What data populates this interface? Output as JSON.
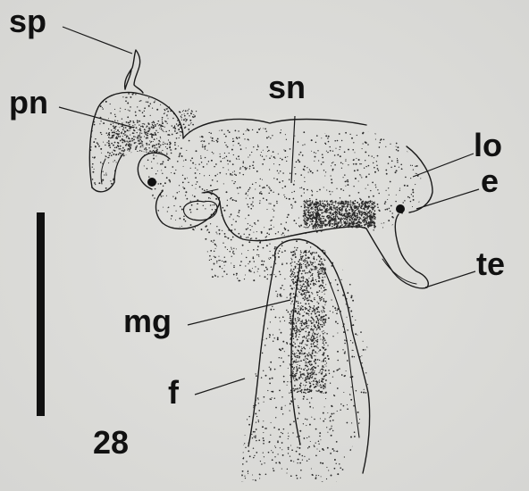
{
  "figure_number": "28",
  "labels": {
    "sp": "sp",
    "pn": "pn",
    "sn": "sn",
    "lo": "lo",
    "e": "e",
    "te": "te",
    "mg": "mg",
    "f": "f"
  },
  "colors": {
    "background": "#dcdcda",
    "ink": "#111111",
    "stipple": "#2a2a2a"
  }
}
